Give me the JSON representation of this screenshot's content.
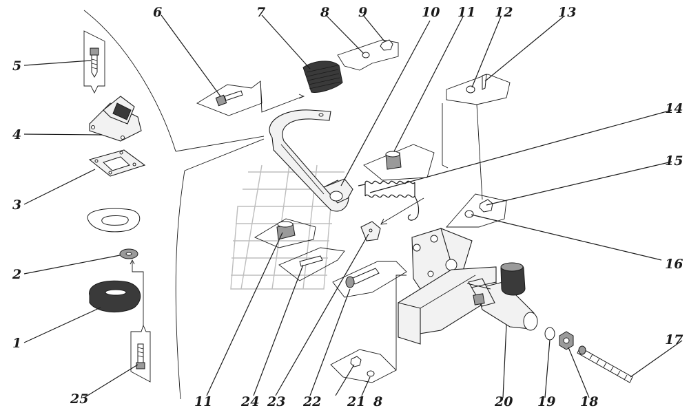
{
  "callouts": [
    "1",
    "2",
    "3",
    "4",
    "5",
    "6",
    "7",
    "8",
    "9",
    "10",
    "11",
    "12",
    "13",
    "14",
    "15",
    "16",
    "17",
    "18",
    "19",
    "20",
    "21",
    "22",
    "23",
    "24",
    "25",
    "11",
    "8"
  ]
}
